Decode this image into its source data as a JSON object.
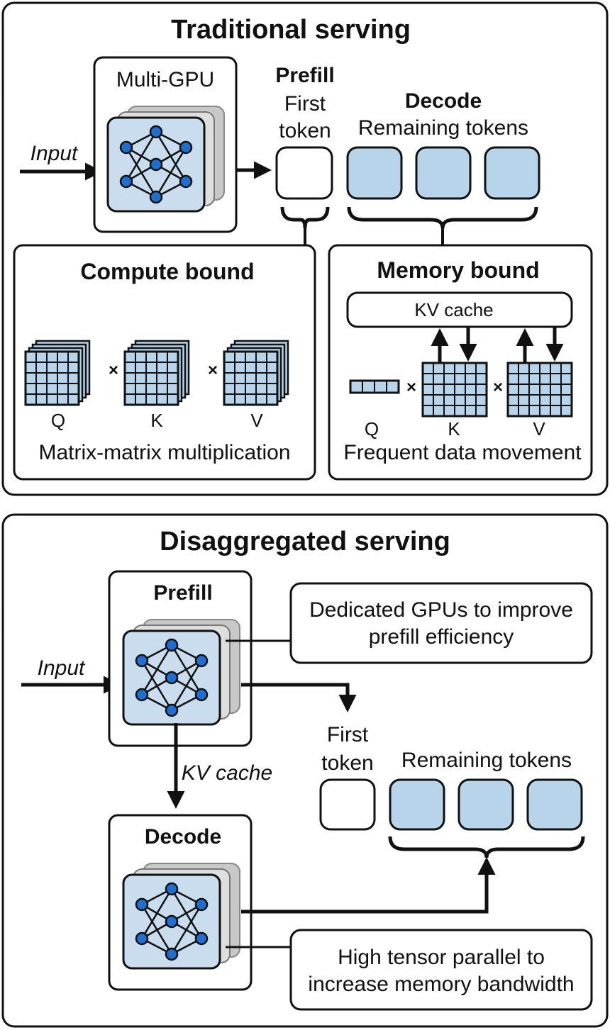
{
  "colors": {
    "stroke": "#111111",
    "token_fill": "#b8d4ea",
    "chip_fill": "#c9ddef",
    "chip_shadow": "#c8c8c8",
    "node_fill": "#1e6fcf"
  },
  "traditional": {
    "title": "Traditional serving",
    "input_label": "Input",
    "gpu_label": "Multi-GPU",
    "prefill_title": "Prefill",
    "prefill_line1": "First",
    "prefill_line2": "token",
    "decode_title": "Decode",
    "decode_sub": "Remaining tokens",
    "compute": {
      "title": "Compute bound",
      "matrices": [
        "Q",
        "K",
        "V"
      ],
      "caption": "Matrix-matrix multiplication"
    },
    "memory": {
      "title": "Memory bound",
      "kv_cache": "KV cache",
      "matrices": [
        "Q",
        "K",
        "V"
      ],
      "caption": "Frequent data movement"
    }
  },
  "disaggregated": {
    "title": "Disaggregated serving",
    "input_label": "Input",
    "prefill_label": "Prefill",
    "decode_label": "Decode",
    "kv_cache_label": "KV cache",
    "first_token_line1": "First",
    "first_token_line2": "token",
    "remaining_tokens": "Remaining tokens",
    "note_prefill_line1": "Dedicated GPUs to improve",
    "note_prefill_line2": "prefill efficiency",
    "note_decode_line1": "High tensor parallel to",
    "note_decode_line2": "increase memory bandwidth"
  }
}
